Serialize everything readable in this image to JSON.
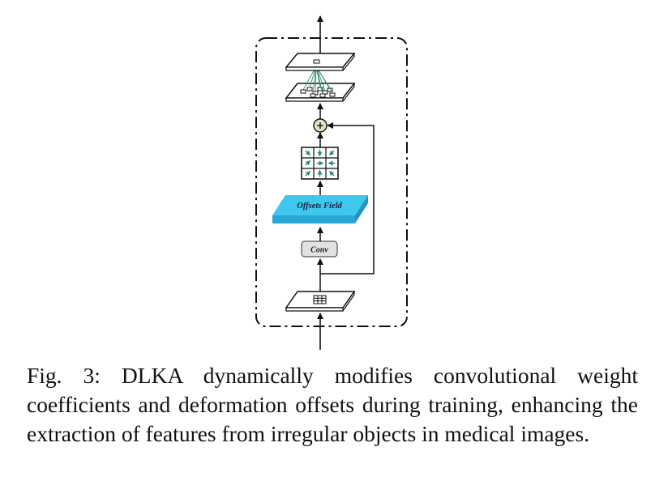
{
  "diagram": {
    "conv_label": "Conv",
    "offsets_field_label": "Offsets Field",
    "plus_symbol": "+",
    "colors": {
      "offsets_field_top": "#3fc8ee",
      "offsets_field_front": "#2aa6d4",
      "conv_box_fill": "#e2e2e2",
      "plus_node_fill": "#d8ecc4",
      "offset_arrow": "#2e8b7a",
      "stroke": "#111111"
    }
  },
  "caption": {
    "text": "Fig. 3: DLKA dynamically modifies convolutional weight coefficients and deformation offsets during training, enhancing the extraction of features from irregular objects in medical images."
  }
}
